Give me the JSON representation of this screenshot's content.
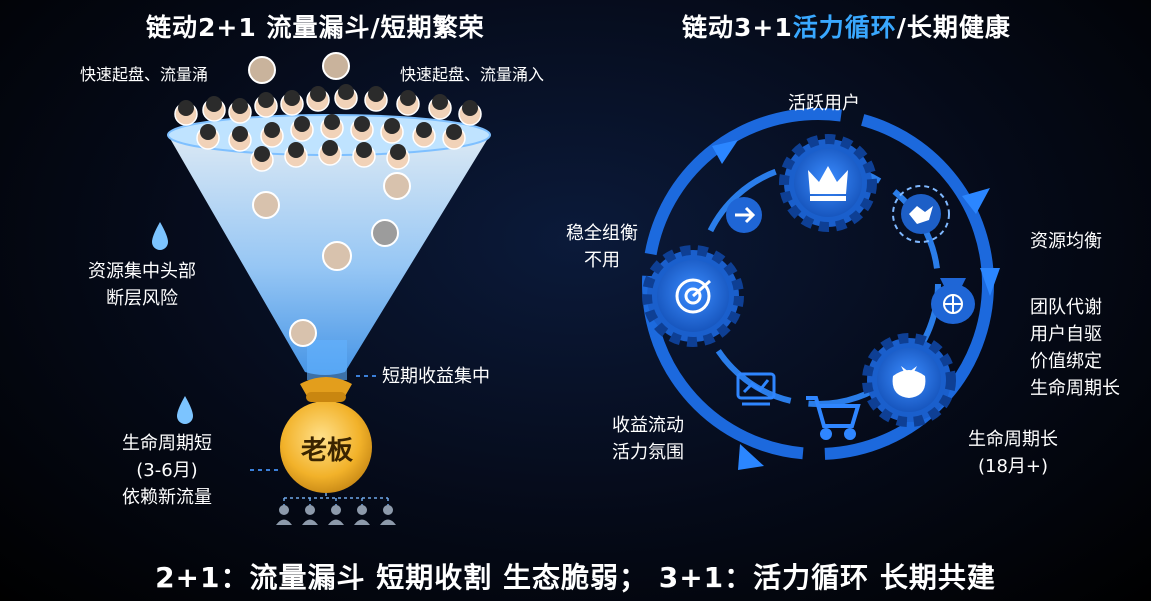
{
  "left": {
    "title": "链动2+1 流量漏斗/短期繁荣",
    "top_label_left": "快速起盘、流量涌",
    "top_label_right": "快速起盘、流量涌入",
    "side_label_1": [
      "资源集中头部",
      "断层风险"
    ],
    "side_label_2": "短期收益集中",
    "side_label_3": [
      "生命周期短",
      "(3-6月)",
      "依赖新流量"
    ],
    "bag_text": "老板"
  },
  "right": {
    "title_part1": "链动3+1",
    "title_part2": "活力循环",
    "title_part3": "/长期健康",
    "label_top": "活跃用户",
    "label_left": [
      "稳全组衡",
      "不用"
    ],
    "label_right_1": "资源均衡",
    "label_right_2": [
      "团队代谢",
      "用户自驱",
      "价值绑定",
      "生命周期长"
    ],
    "label_bottom_left": [
      "收益流动",
      "活力氛围"
    ],
    "label_bottom_right": [
      "生命周期长",
      "(18月+)"
    ]
  },
  "bottom": {
    "text": "2+1：流量漏斗 短期收割 生态脆弱；  3+1：活力循环 长期共建"
  },
  "colors": {
    "accent": "#39a8ff",
    "gear": "#1c6fe0",
    "funnel_top": "#d9efff",
    "funnel_bottom": "#5ab0ff",
    "bag": "#f2b22a"
  },
  "icons": [
    "crown-icon",
    "handshake-icon",
    "money-bag-icon",
    "gift-bag-icon",
    "shopping-cart-icon",
    "cash-register-icon",
    "target-icon",
    "arrow-right-icon",
    "water-drop-icon",
    "person-icon"
  ]
}
